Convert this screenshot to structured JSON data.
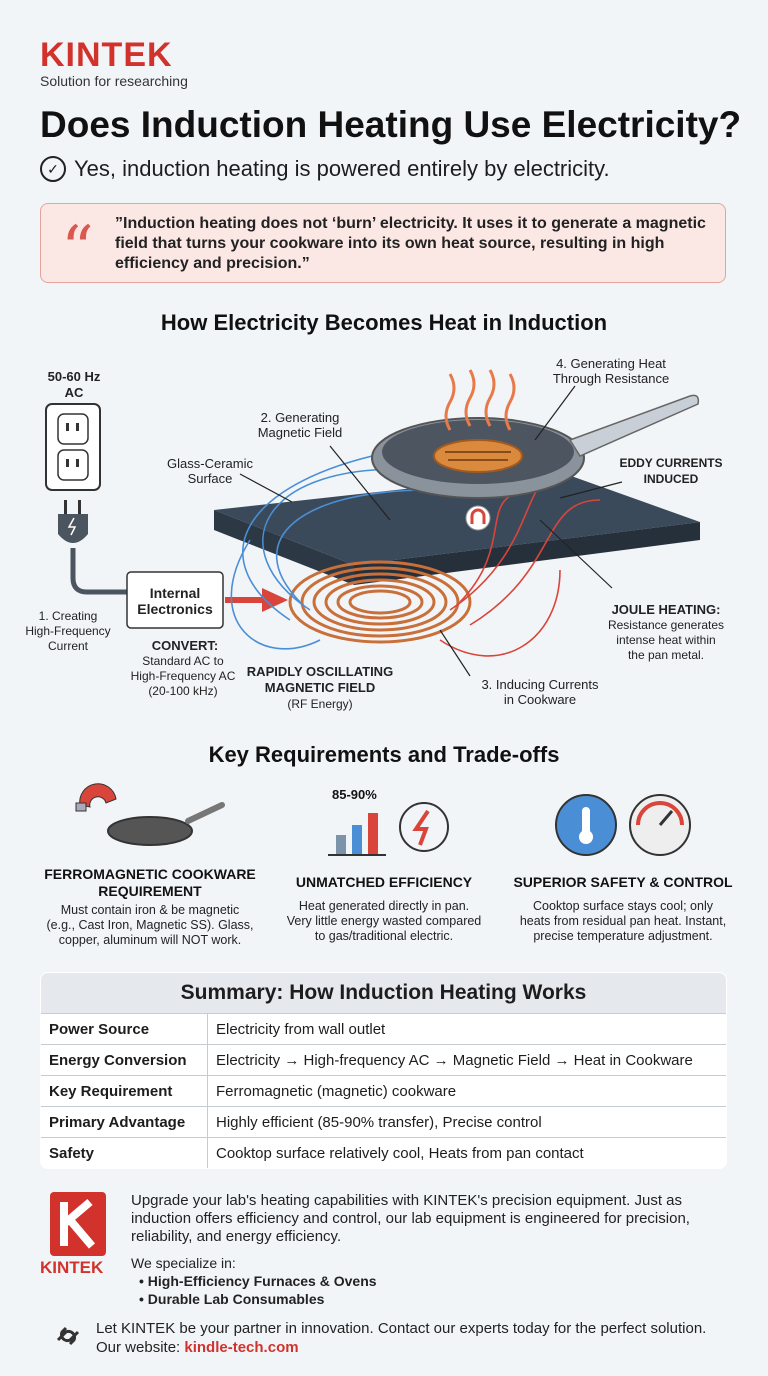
{
  "header": {
    "brand": "KINTEK",
    "tagline": "Solution for researching",
    "title": "Does Induction Heating Use Electricity?",
    "answer": "Yes, induction heating is powered entirely by electricity."
  },
  "quote": "”Induction heating does not ‘burn’ electricity. It uses it to generate a magnetic field that turns your cookware into its own heat source, resulting in high efficiency and precision.”",
  "diagram": {
    "title": "How Electricity Becomes Heat in Induction",
    "source_label": "50-60 Hz\nAC",
    "step1": "1. Creating\nHigh-Frequency\nCurrent",
    "electronics": "Internal\nElectronics",
    "convert_title": "CONVERT:",
    "convert_desc": "Standard AC to\nHigh-Frequency AC\n(20-100 kHz)",
    "field_title": "RAPIDLY OSCILLATING\nMAGNETIC FIELD",
    "field_sub": "(RF Energy)",
    "glass": "Glass-Ceramic\nSurface",
    "step2": "2. Generating\nMagnetic Field",
    "step3": "3. Inducing Currents\nin Cookware",
    "step4": "4. Generating Heat\nThrough Resistance",
    "eddy": "EDDY CURRENTS\nINDUCED",
    "joule_title": "JOULE HEATING:",
    "joule_desc": "Resistance generates\nintense heat within\nthe pan metal."
  },
  "requirements": {
    "title": "Key Requirements and Trade-offs",
    "items": [
      {
        "title": "FERROMAGNETIC COOKWARE\nREQUIREMENT",
        "desc": "Must contain iron & be magnetic\n(e.g., Cast Iron, Magnetic SS). Glass,\ncopper, aluminum will NOT work."
      },
      {
        "title": "UNMATCHED EFFICIENCY",
        "desc": "Heat generated directly in pan.\nVery little energy wasted compared\nto gas/traditional electric.",
        "badge": "85-90%"
      },
      {
        "title": "SUPERIOR SAFETY & CONTROL",
        "desc": "Cooktop surface stays cool; only\nheats from residual pan heat. Instant,\nprecise temperature adjustment."
      }
    ]
  },
  "summary": {
    "title": "Summary: How Induction Heating Works",
    "rows": [
      {
        "k": "Power Source",
        "v": "Electricity from wall outlet"
      },
      {
        "k": "Energy Conversion",
        "v": "Electricity → High-frequency AC → Magnetic Field → Heat in Cookware"
      },
      {
        "k": "Key Requirement",
        "v": "Ferromagnetic (magnetic) cookware"
      },
      {
        "k": "Primary Advantage",
        "v": "Highly efficient (85-90% transfer), Precise control"
      },
      {
        "k": "Safety",
        "v": "Cooktop surface relatively cool, Heats from pan contact"
      }
    ]
  },
  "footer": {
    "logo_text": "KINTEK",
    "cta": "Upgrade your lab's heating capabilities with KINTEK's precision equipment. Just as induction offers efficiency and control, our lab equipment is engineered for precision, reliability, and energy efficiency.",
    "spec_intro": "We specialize in:",
    "spec_items": [
      "High-Efficiency Furnaces & Ovens",
      "Durable Lab Consumables"
    ],
    "contact": "Let KINTEK be your partner in innovation. Contact our experts today for the perfect solution.",
    "website_label": "Our website: ",
    "website": "kindle-tech.com"
  },
  "colors": {
    "brand": "#d1322c",
    "field_blue": "#4a8fd6",
    "field_red": "#d9453a",
    "coil": "#c9703a"
  }
}
